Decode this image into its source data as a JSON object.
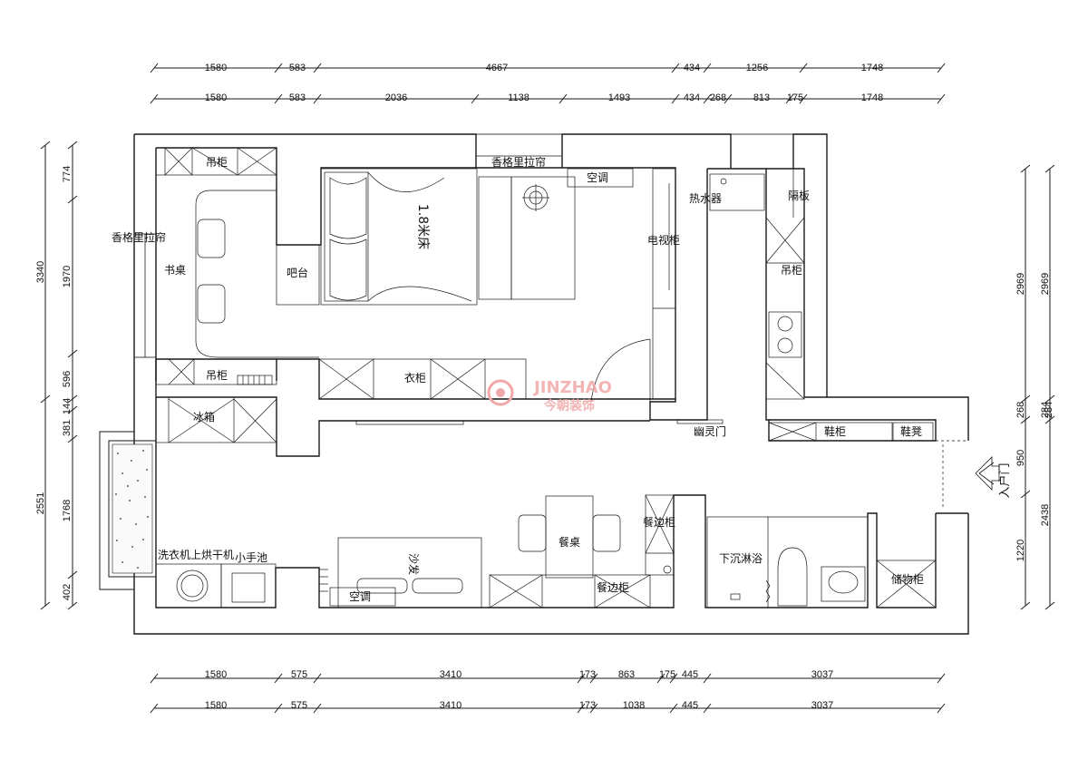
{
  "colors": {
    "line": "#1a1a1a",
    "thin": "#555555",
    "watermark": "#f1a8a8",
    "wall_fill": "#ffffff"
  },
  "dimensions": {
    "top_outer": [
      "1580",
      "583",
      "4667",
      "434",
      "1256",
      "1748"
    ],
    "top_inner": [
      "1580",
      "583",
      "2036",
      "1138",
      "1493",
      "434",
      "268",
      "813",
      "175",
      "1748"
    ],
    "bottom_inner": [
      "1580",
      "575",
      "3410",
      "173",
      "863",
      "175",
      "445",
      "3037"
    ],
    "bottom_outer": [
      "1580",
      "575",
      "3410",
      "173",
      "1038",
      "445",
      "3037"
    ],
    "left_outer": [
      "3340",
      "2551"
    ],
    "left_inner": [
      "774",
      "1970",
      "596",
      "144",
      "381",
      "1768",
      "402"
    ],
    "right_inner": [
      "2969",
      "268",
      "950",
      "1220"
    ],
    "right_outer": [
      "2969",
      "284",
      "284",
      "2438"
    ]
  },
  "rooms": {
    "bed": "1.8米床",
    "curtain_top": "香格里拉帘",
    "curtain_left": "香格里拉帘",
    "ac_top": "空调",
    "tv_cabinet": "电视柜",
    "hanging_top": "吊柜",
    "hanging_bottom": "吊柜",
    "desk": "书桌",
    "bar": "吧台",
    "wardrobe": "衣柜",
    "fridge": "冰箱",
    "washer": "洗衣机上烘干机",
    "sink": "小手池",
    "sofa": "沙发",
    "ac_bottom": "空调",
    "dining_table": "餐桌",
    "sideboard_1": "餐边柜",
    "sideboard_2": "餐边柜",
    "ghost_door": "幽灵门",
    "water_heater": "热水器",
    "partition": "隔板",
    "hanging_right": "吊柜",
    "shoe_cabinet": "鞋柜",
    "shoe_stool": "鞋凳",
    "entry": "入户门",
    "shower": "下沉淋浴",
    "storage": "储物柜"
  },
  "watermark": {
    "brand_en": "JINZHAO",
    "brand_cn": "今朝装饰"
  }
}
